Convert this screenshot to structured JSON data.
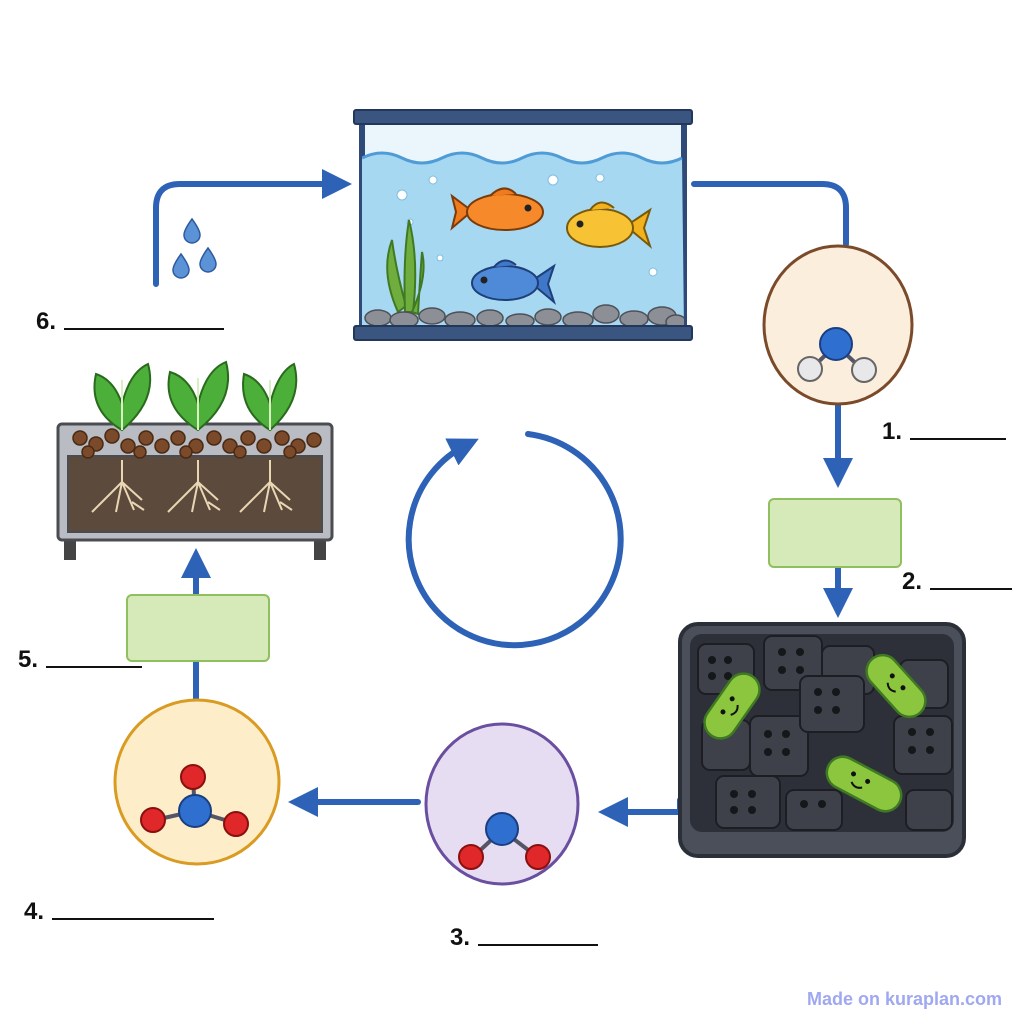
{
  "labels": [
    {
      "num": "1."
    },
    {
      "num": "2."
    },
    {
      "num": "3."
    },
    {
      "num": "4."
    },
    {
      "num": "5."
    },
    {
      "num": "6."
    }
  ],
  "watermark": "Made on kuraplan.com",
  "colors": {
    "arrow": "#2d62b6",
    "water": "#a7d8f2",
    "label_box_fill": "#d6e9b9",
    "label_box_border": "#8fbf5e",
    "ammonia_circle": "#fbeedd",
    "nitrite_circle": "#e6ddf2",
    "nitrate_circle": "#fdeec9"
  },
  "icons": [
    "fish-tank-icon",
    "ammonia-molecule-icon",
    "nitrite-molecule-icon",
    "nitrate-molecule-icon",
    "bacteria-biofilter-icon",
    "plant-grow-bed-icon",
    "water-drops-icon",
    "cycle-arrow-icon"
  ]
}
